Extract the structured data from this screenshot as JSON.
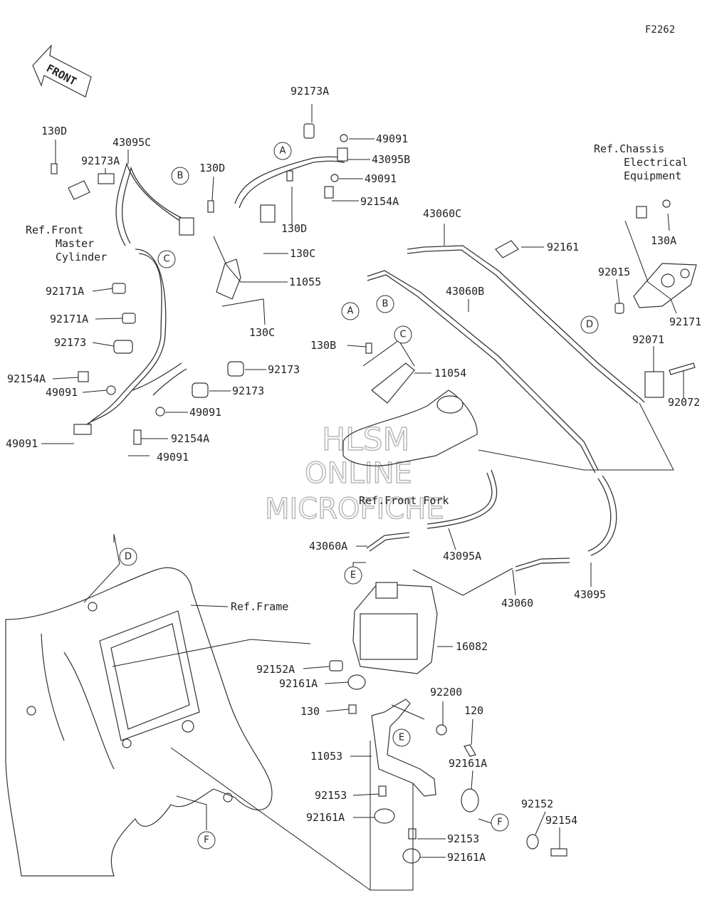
{
  "figure_code": "F2262",
  "front_arrow": "FRONT",
  "watermark": [
    "HLSM",
    "ONLINE",
    "MICROFICHE"
  ],
  "refs": {
    "front_master_cylinder": [
      "Ref.Front",
      "Master",
      "Cylinder"
    ],
    "chassis_electrical": [
      "Ref.Chassis",
      "Electrical",
      "Equipment"
    ],
    "front_fork": "Ref.Front Fork",
    "frame": "Ref.Frame"
  },
  "callouts": [
    "A",
    "B",
    "C",
    "A",
    "B",
    "C",
    "D",
    "D",
    "E",
    "E",
    "F",
    "F"
  ],
  "parts": [
    "92173A",
    "49091",
    "43095B",
    "49091",
    "92154A",
    "130D",
    "43095C",
    "92173A",
    "130D",
    "130D",
    "130C",
    "11055",
    "130C",
    "92171A",
    "92171A",
    "92173",
    "92154A",
    "49091",
    "92173",
    "92173",
    "49091",
    "49091",
    "92154A",
    "49091",
    "43060C",
    "92161",
    "43060B",
    "130A",
    "92015",
    "92171",
    "92071",
    "92072",
    "130B",
    "11054",
    "43060A",
    "43095A",
    "43060",
    "43095",
    "16082",
    "92152A",
    "92161A",
    "92200",
    "120",
    "130",
    "11053",
    "92161A",
    "92153",
    "92161A",
    "92153",
    "92161A",
    "92152",
    "92154"
  ]
}
